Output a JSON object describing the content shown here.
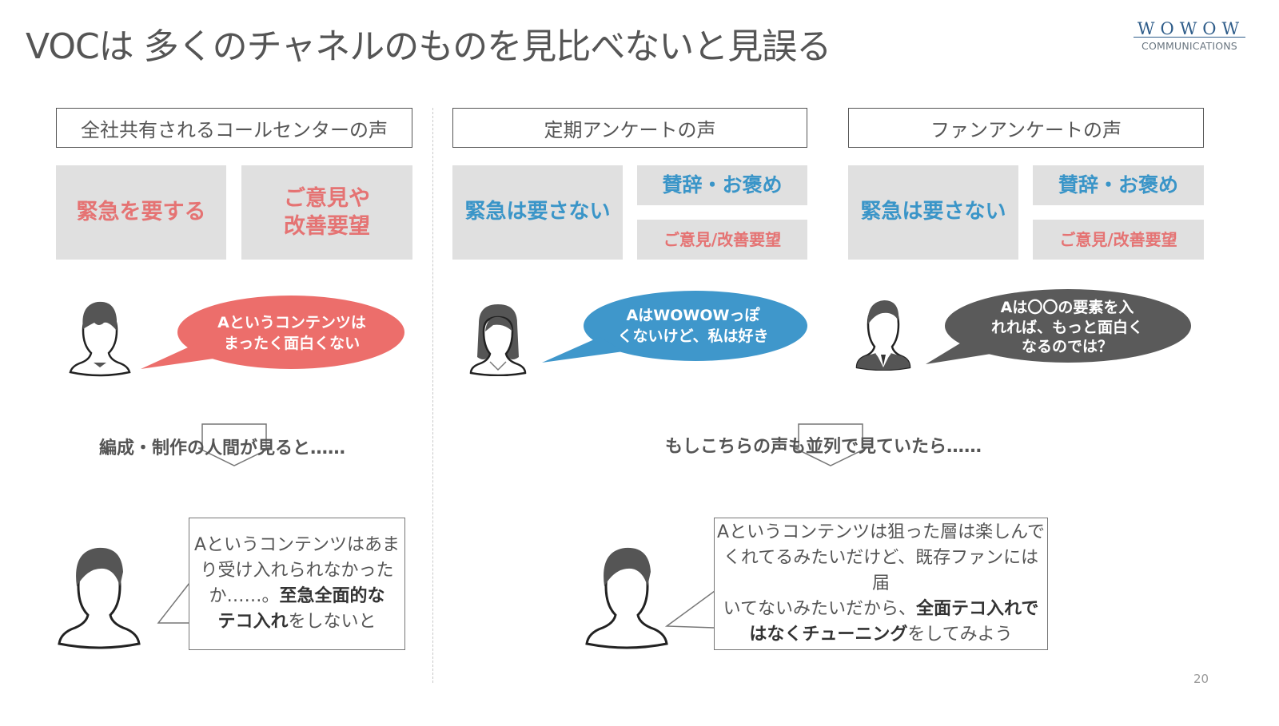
{
  "slide": {
    "title": "VOCは 多くのチャネルのものを見比べないと見誤る",
    "page_number": "20",
    "logo": {
      "top": "WOWOW",
      "bottom": "COMMUNICATIONS"
    }
  },
  "colors": {
    "urgent_red": "#e57373",
    "praise_blue": "#3a95c8",
    "bubble_red": "#ec6e6b",
    "bubble_blue": "#3f97cb",
    "bubble_gray": "#5a5a5a",
    "tile_gray": "#e0e0e0"
  },
  "channels": [
    {
      "header": "全社共有されるコールセンターの声",
      "tiles": [
        {
          "label": "緊急を要する",
          "color": "red"
        },
        {
          "label_line1": "ご意見や",
          "label_line2": "改善要望",
          "color": "red"
        }
      ],
      "avatar": "person-male-icon",
      "bubble": {
        "line1": "Aというコンテンツは",
        "line2": "まったく面白くない"
      }
    },
    {
      "header": "定期アンケートの声",
      "tiles": [
        {
          "label": "緊急は要さない",
          "color": "blue"
        },
        {
          "label": "賛辞・お褒め",
          "color": "blue"
        },
        {
          "label": "ご意見/改善要望",
          "color": "red"
        }
      ],
      "avatar": "person-female-icon",
      "bubble": {
        "line1": "AはWOWOWっぽ",
        "line2": "くないけど、私は好き"
      }
    },
    {
      "header": "ファンアンケートの声",
      "tiles": [
        {
          "label": "緊急は要さない",
          "color": "blue"
        },
        {
          "label": "賛辞・お褒め",
          "color": "blue"
        },
        {
          "label": "ご意見/改善要望",
          "color": "red"
        }
      ],
      "avatar": "person-businessman-icon",
      "bubble": {
        "line1": "Aは〇〇の要素を入",
        "line2": "れれば、もっと面白く",
        "line3": "なるのでは？"
      }
    }
  ],
  "transitions": [
    {
      "text": "編成・制作の人間が見ると……"
    },
    {
      "text": "もしこちらの声も並列で見ていたら……"
    }
  ],
  "conclusions": [
    {
      "line1": "Aというコンテンツはあま",
      "line2": "り受け入れられなかった",
      "line3_normal": "か……。",
      "line3_bold": "至急全面的な",
      "line4_bold": "テコ入れ",
      "line4_normal": "をしないと"
    },
    {
      "line1": "Aというコンテンツは狙った層は楽しんで",
      "line2": "くれてるみたいだけど、既存ファンには届",
      "line3_normal": "いてないみたいだから、",
      "line3_bold": "全面テコ入れで",
      "line4_bold": "はなくチューニング",
      "line4_normal": "をしてみよう"
    }
  ]
}
